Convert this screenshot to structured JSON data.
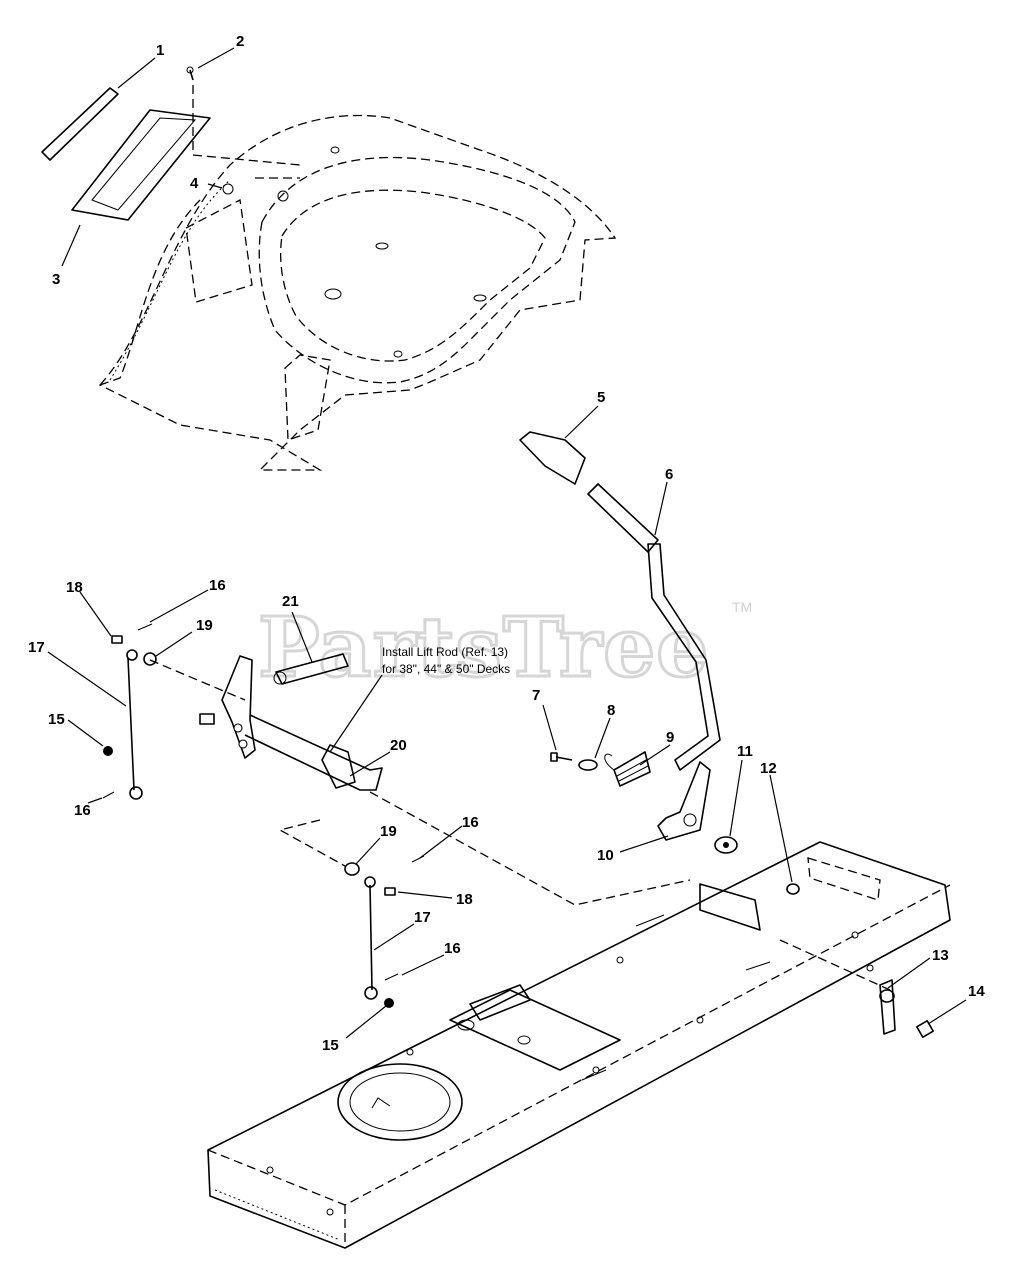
{
  "watermark": {
    "brand": "PartsTree",
    "trademark": "TM"
  },
  "note": {
    "line1": "Install Lift Rod (Ref. 13)",
    "line2": "for 38\", 44\" & 50\" Decks"
  },
  "callouts": [
    {
      "id": "c1",
      "label": "1"
    },
    {
      "id": "c2",
      "label": "2"
    },
    {
      "id": "c3",
      "label": "3"
    },
    {
      "id": "c4",
      "label": "4"
    },
    {
      "id": "c5",
      "label": "5"
    },
    {
      "id": "c6",
      "label": "6"
    },
    {
      "id": "c7",
      "label": "7"
    },
    {
      "id": "c8",
      "label": "8"
    },
    {
      "id": "c9",
      "label": "9"
    },
    {
      "id": "c10",
      "label": "10"
    },
    {
      "id": "c11",
      "label": "11"
    },
    {
      "id": "c12",
      "label": "12"
    },
    {
      "id": "c13",
      "label": "13"
    },
    {
      "id": "c14",
      "label": "14"
    },
    {
      "id": "c15a",
      "label": "15"
    },
    {
      "id": "c15b",
      "label": "15"
    },
    {
      "id": "c16a",
      "label": "16"
    },
    {
      "id": "c16b",
      "label": "16"
    },
    {
      "id": "c16c",
      "label": "16"
    },
    {
      "id": "c16d",
      "label": "16"
    },
    {
      "id": "c17a",
      "label": "17"
    },
    {
      "id": "c17b",
      "label": "17"
    },
    {
      "id": "c18a",
      "label": "18"
    },
    {
      "id": "c18b",
      "label": "18"
    },
    {
      "id": "c19a",
      "label": "19"
    },
    {
      "id": "c19b",
      "label": "19"
    },
    {
      "id": "c20",
      "label": "20"
    },
    {
      "id": "c21",
      "label": "21"
    }
  ]
}
